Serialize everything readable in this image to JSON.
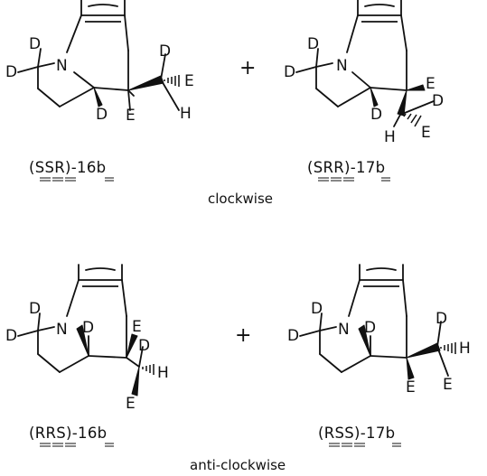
{
  "structures": [
    {
      "id": "ssr-16b",
      "atoms": {
        "d1": "D",
        "d2": "D",
        "n": "N",
        "d3": "D",
        "e1": "E",
        "d4": "D",
        "e2": "E",
        "h": "H"
      },
      "caption": "(SSR)-16b"
    },
    {
      "id": "srr-17b",
      "atoms": {
        "d1": "D",
        "d2": "D",
        "n": "N",
        "d3": "D",
        "e1": "E",
        "d4": "D",
        "h": "H",
        "e2": "E"
      },
      "caption": "(SRR)-17b"
    },
    {
      "id": "rrs-16b",
      "atoms": {
        "d1": "D",
        "d2": "D",
        "n": "N",
        "d3": "D",
        "e1": "E",
        "d4": "D",
        "h": "H",
        "e2": "E"
      },
      "caption": "(RRS)-16b"
    },
    {
      "id": "rss-17b",
      "atoms": {
        "d1": "D",
        "d2": "D",
        "n": "N",
        "d3": "D",
        "d4": "D",
        "h": "H",
        "e1": "E",
        "e2": "E"
      },
      "caption": "(RSS)-17b"
    }
  ],
  "plus_sign": "+",
  "label_top": "clockwise",
  "label_bottom": "anti-clockwise"
}
